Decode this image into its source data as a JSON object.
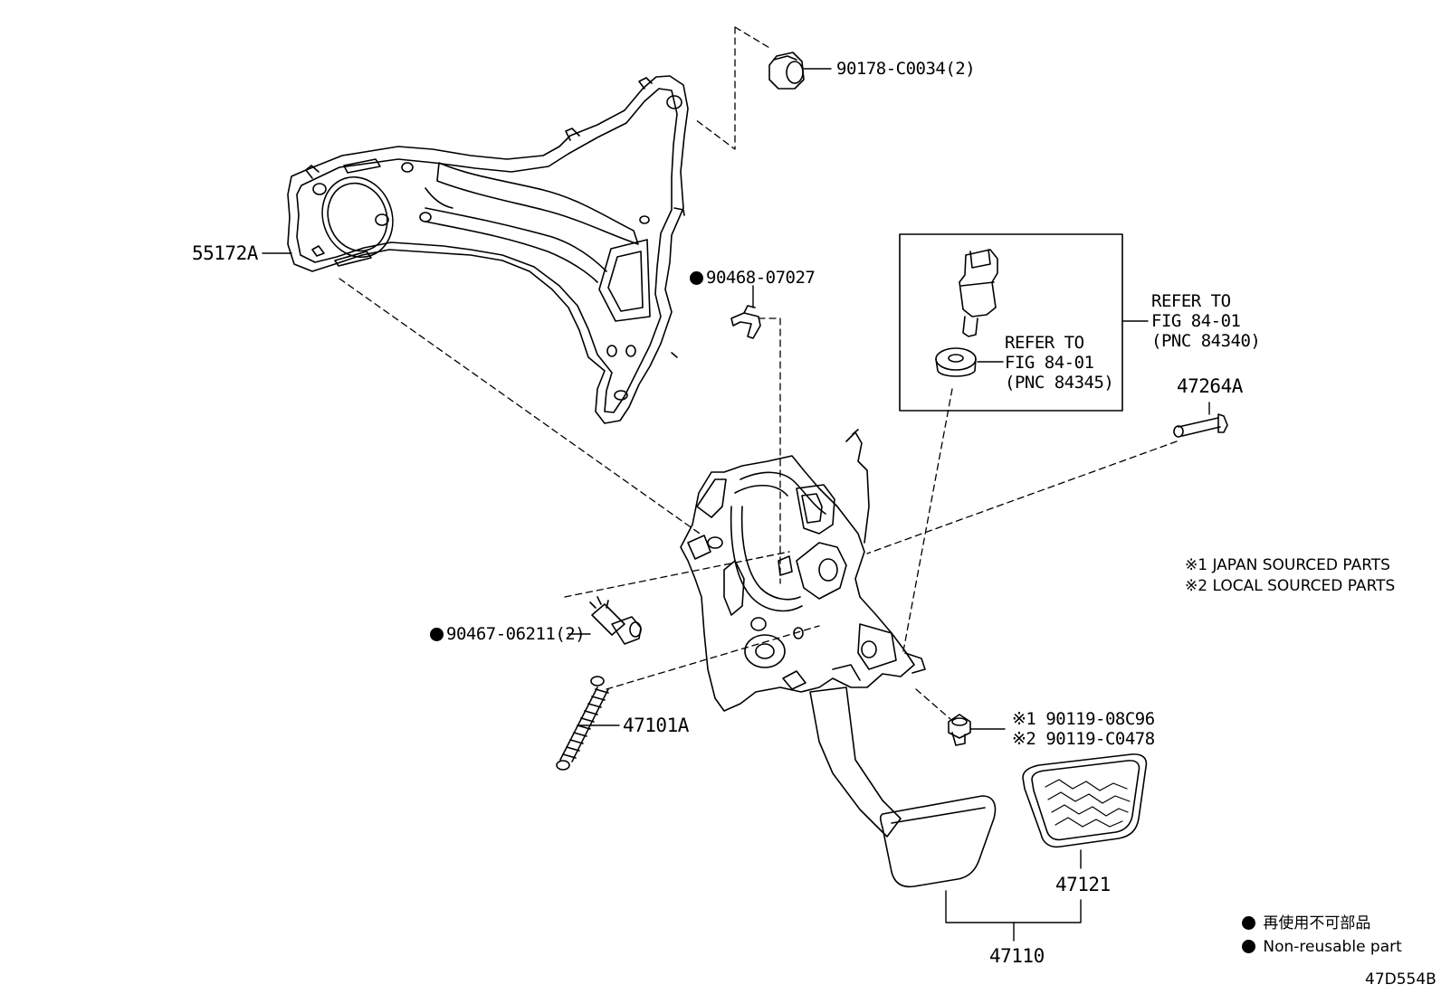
{
  "diagram_id": "47D554B",
  "callouts": {
    "p55172a": "55172A",
    "p90178": "90178-C0034(2)",
    "p90468": "90468-07027",
    "p90467": "90467-06211(2)",
    "p47101a": "47101A",
    "p47264a": "47264A",
    "p90119_1": "90119-08C96",
    "p90119_2": "90119-C0478",
    "p47121": "47121",
    "p47110": "47110"
  },
  "marks": {
    "ref1": "※1",
    "ref2": "※2"
  },
  "refer_switch": {
    "line1": "REFER TO",
    "line2": "FIG 84-01",
    "line3": "(PNC 84340)"
  },
  "refer_nut": {
    "line1": "REFER TO",
    "line2": "FIG 84-01",
    "line3": "(PNC 84345)"
  },
  "notes": {
    "japan": "※1 JAPAN SOURCED PARTS",
    "local": "※2 LOCAL SOURCED PARTS"
  },
  "legend": {
    "jp": "再使用不可部品",
    "en": "Non-reusable part"
  }
}
